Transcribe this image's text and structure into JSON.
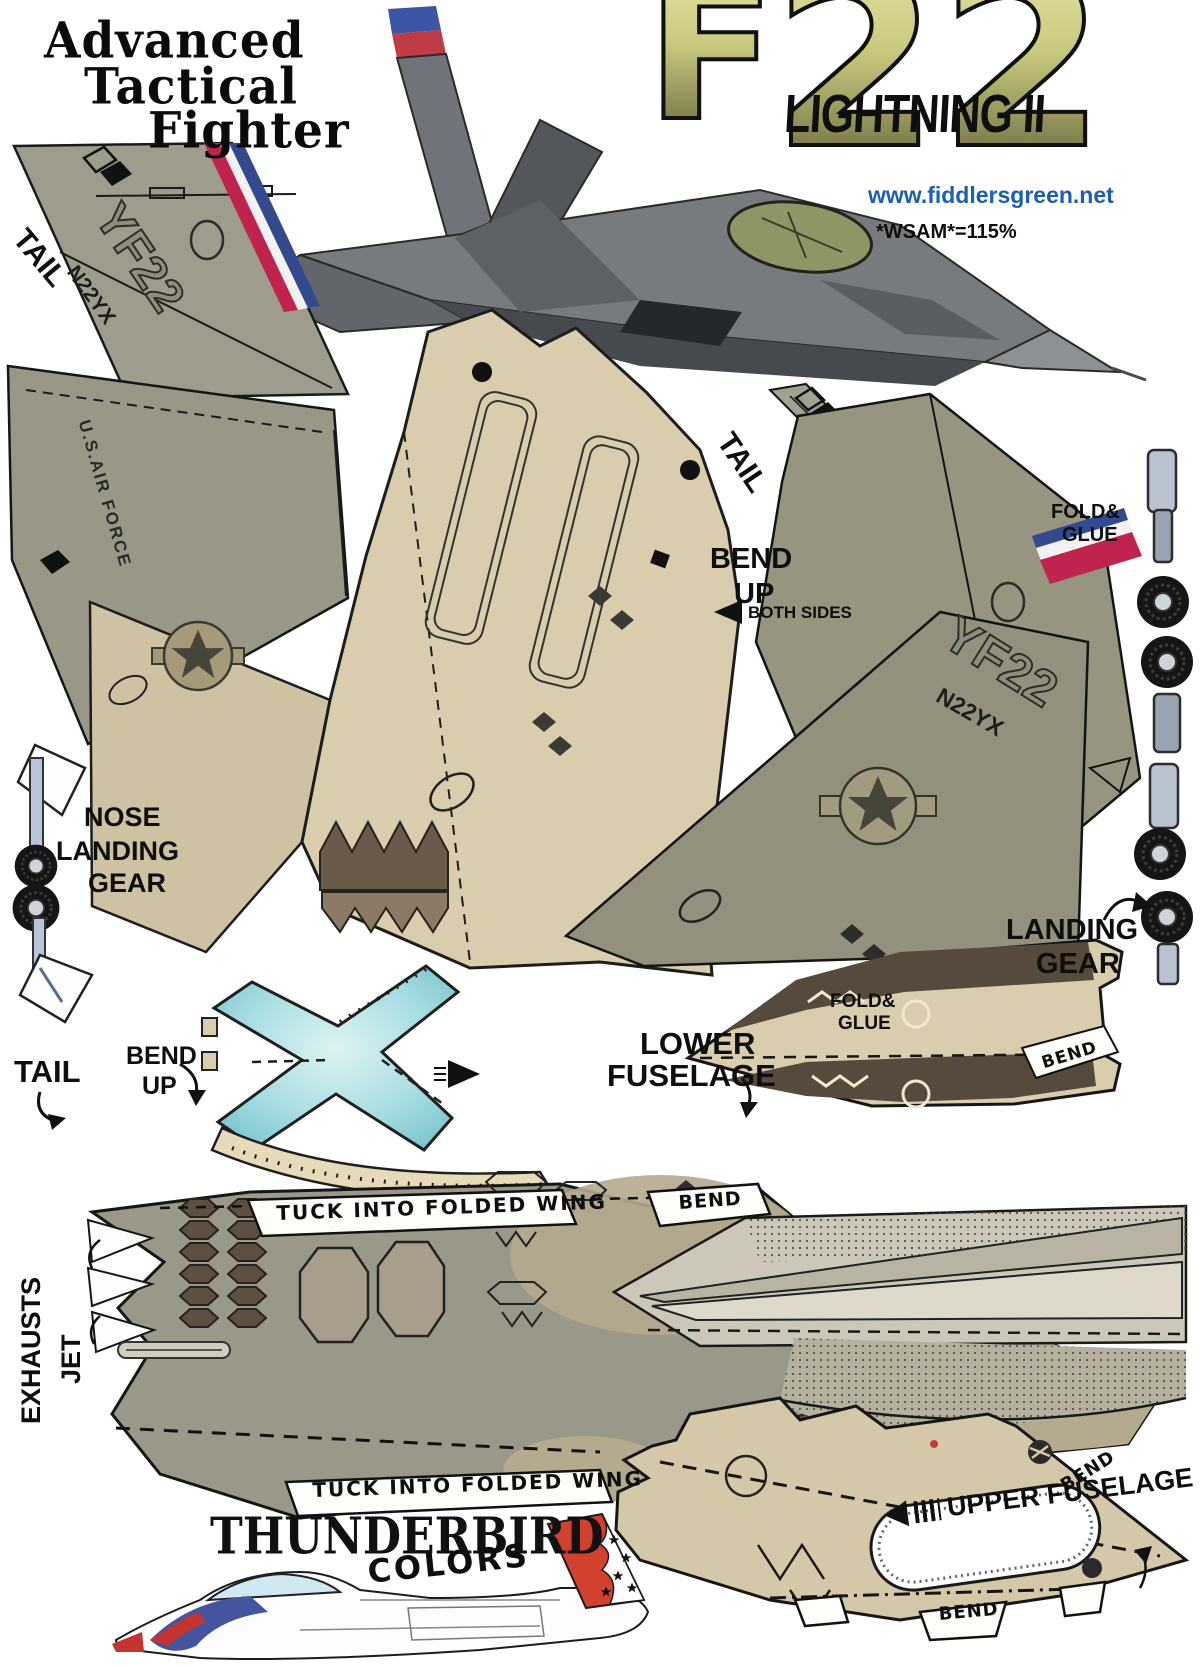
{
  "header": {
    "title": [
      "Advanced",
      "Tactical",
      "Fighter"
    ],
    "logo": {
      "f": "F",
      "number": "22",
      "subtitle": "LIGHTNING II"
    },
    "website": "www.fiddlersgreen.net",
    "scale_note": "*WSAM*=115%"
  },
  "markings": {
    "model_code": "YF22",
    "tail_number": "N22YX",
    "air_force": "U.S.AIR FORCE"
  },
  "labels": {
    "tail": "TAIL",
    "bend": "BEND",
    "up": "UP",
    "both_sides": "BOTH SIDES",
    "fold_amp": "FOLD&",
    "glue": "GLUE",
    "nose": "NOSE",
    "landing": "LANDING",
    "gear": "GEAR",
    "lower": "LOWER",
    "fuselage": "FUSELAGE",
    "upper_fuselage": "UPPER FUSELAGE",
    "jet": "JET",
    "exhausts": "EXHAUSTS",
    "tuck_into_folded_wing": "TUCK INTO FOLDED WING",
    "thunderbird": "THUNDERBIRD",
    "colors": "COLORS"
  },
  "colors": {
    "olive_part": "#9a9889",
    "tan_part": "#d9cdad",
    "stripe_red": "#c0234d",
    "stripe_blue": "#344a8e",
    "canopy_blue": "#9fd8dc",
    "logo_olive_light": "#d9d98f",
    "logo_olive_dark": "#5c5c32",
    "website_blue": "#1a5fb4"
  }
}
